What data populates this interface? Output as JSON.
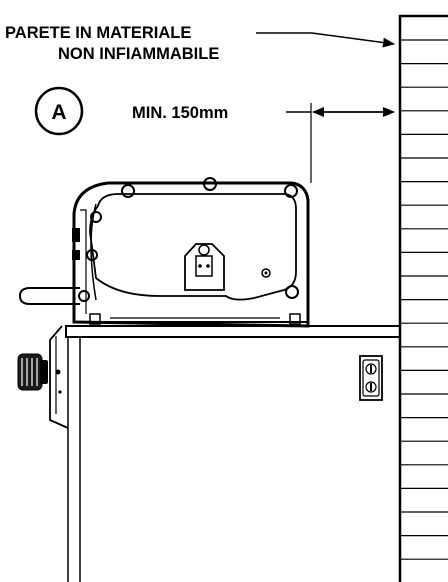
{
  "figure_id": "A",
  "wall_label_line1": "PARETE IN MATERIALE",
  "wall_label_line2": "NON INFIAMMABILE",
  "clearance_label": "MIN. 150mm",
  "colors": {
    "line": "#000000",
    "background": "#ffffff"
  }
}
